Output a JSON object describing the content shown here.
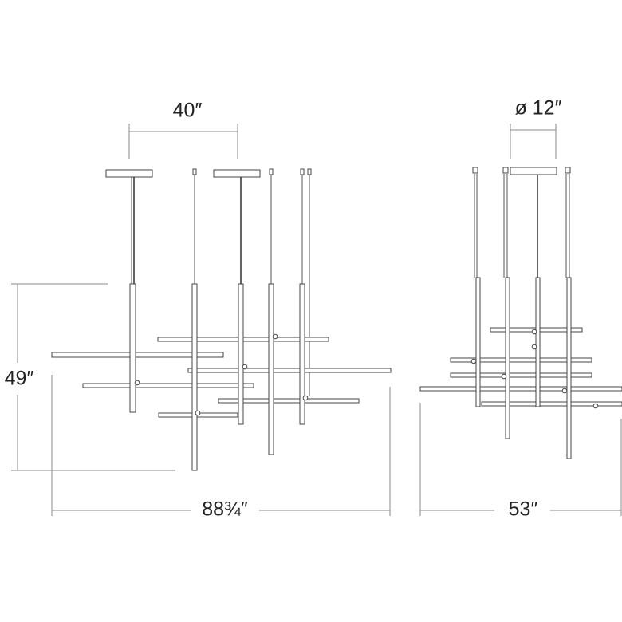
{
  "dimensions": {
    "canopy_spacing": "40″",
    "canopy_diameter": "ø 12″",
    "height": "49″",
    "front_width": "88¾″",
    "side_width": "53″"
  },
  "colors": {
    "line": "#444444",
    "dimension": "#8a8a8a",
    "text": "#222222"
  }
}
